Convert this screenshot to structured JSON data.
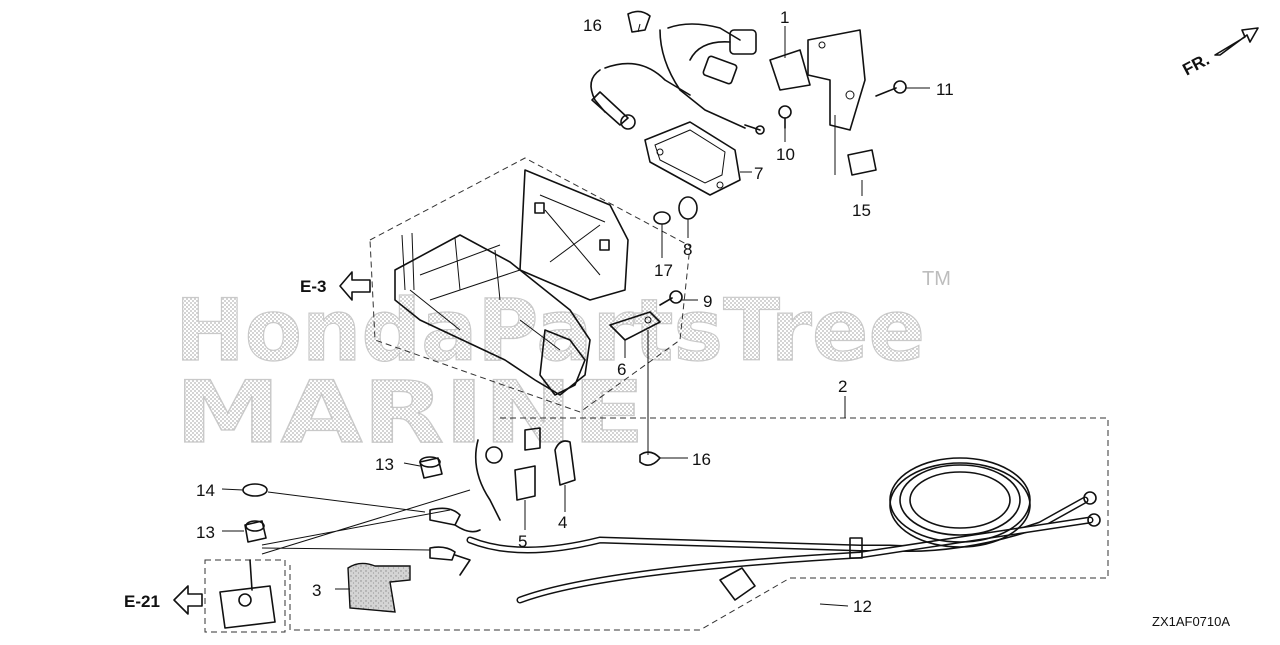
{
  "diagram": {
    "callouts": [
      "1",
      "2",
      "3",
      "4",
      "5",
      "6",
      "7",
      "8",
      "9",
      "10",
      "11",
      "12",
      "13",
      "13",
      "14",
      "15",
      "16",
      "16",
      "17"
    ],
    "refs": [
      "E-3",
      "E-21"
    ],
    "direction": "FR.",
    "code": "ZX1AF0710A"
  },
  "watermark": {
    "line1": "HondaPartsTree",
    "line2": "MARINE",
    "tm": "TM"
  }
}
